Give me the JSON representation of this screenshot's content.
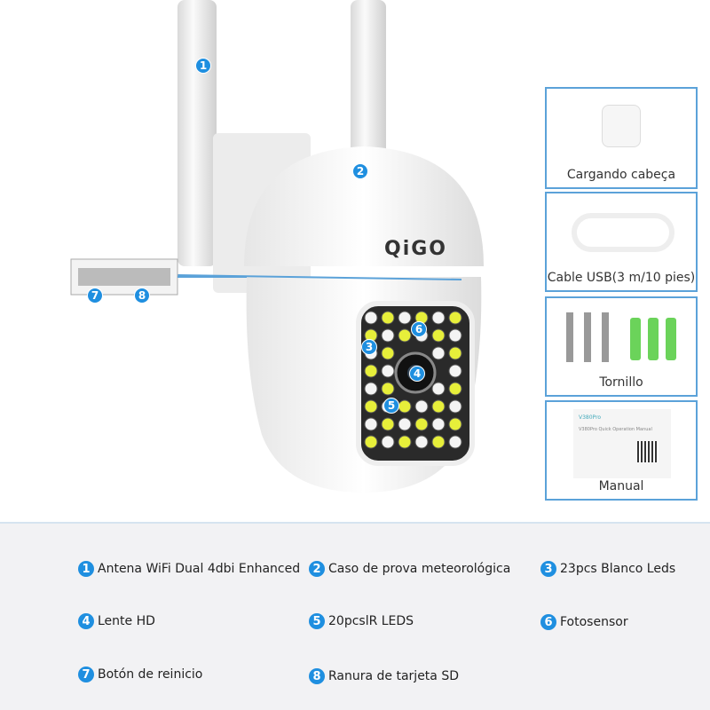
{
  "brand_logo": "QiGO",
  "accessories": [
    {
      "label": "Cargando cabeça",
      "icon": "power-adapter-icon"
    },
    {
      "label": "Cable USB(3 m/10 pies)",
      "icon": "usb-cable-icon"
    },
    {
      "label": "Tornillo",
      "icon": "screws-icon"
    },
    {
      "label": "Manual",
      "icon": "manual-icon"
    }
  ],
  "manual_text": {
    "title": "V380Pro",
    "subtitle": "V380Pro Quick Operation Manual"
  },
  "features": [
    {
      "n": "1",
      "label": "Antena WiFi Dual 4dbi Enhanced"
    },
    {
      "n": "2",
      "label": "Caso de prova meteorológica"
    },
    {
      "n": "3",
      "label": "23pcs Blanco Leds"
    },
    {
      "n": "4",
      "label": "Lente HD"
    },
    {
      "n": "5",
      "label": "20pcslR LEDS"
    },
    {
      "n": "6",
      "label": "Fotosensor"
    },
    {
      "n": "7",
      "label": "Botón de reinicio"
    },
    {
      "n": "8",
      "label": "Ranura de tarjeta SD"
    }
  ],
  "colors": {
    "accent": "#1f8fe0",
    "border": "#5ba2d9",
    "white_led": "#e7ef3a",
    "bg_bottom": "#f2f2f4"
  }
}
